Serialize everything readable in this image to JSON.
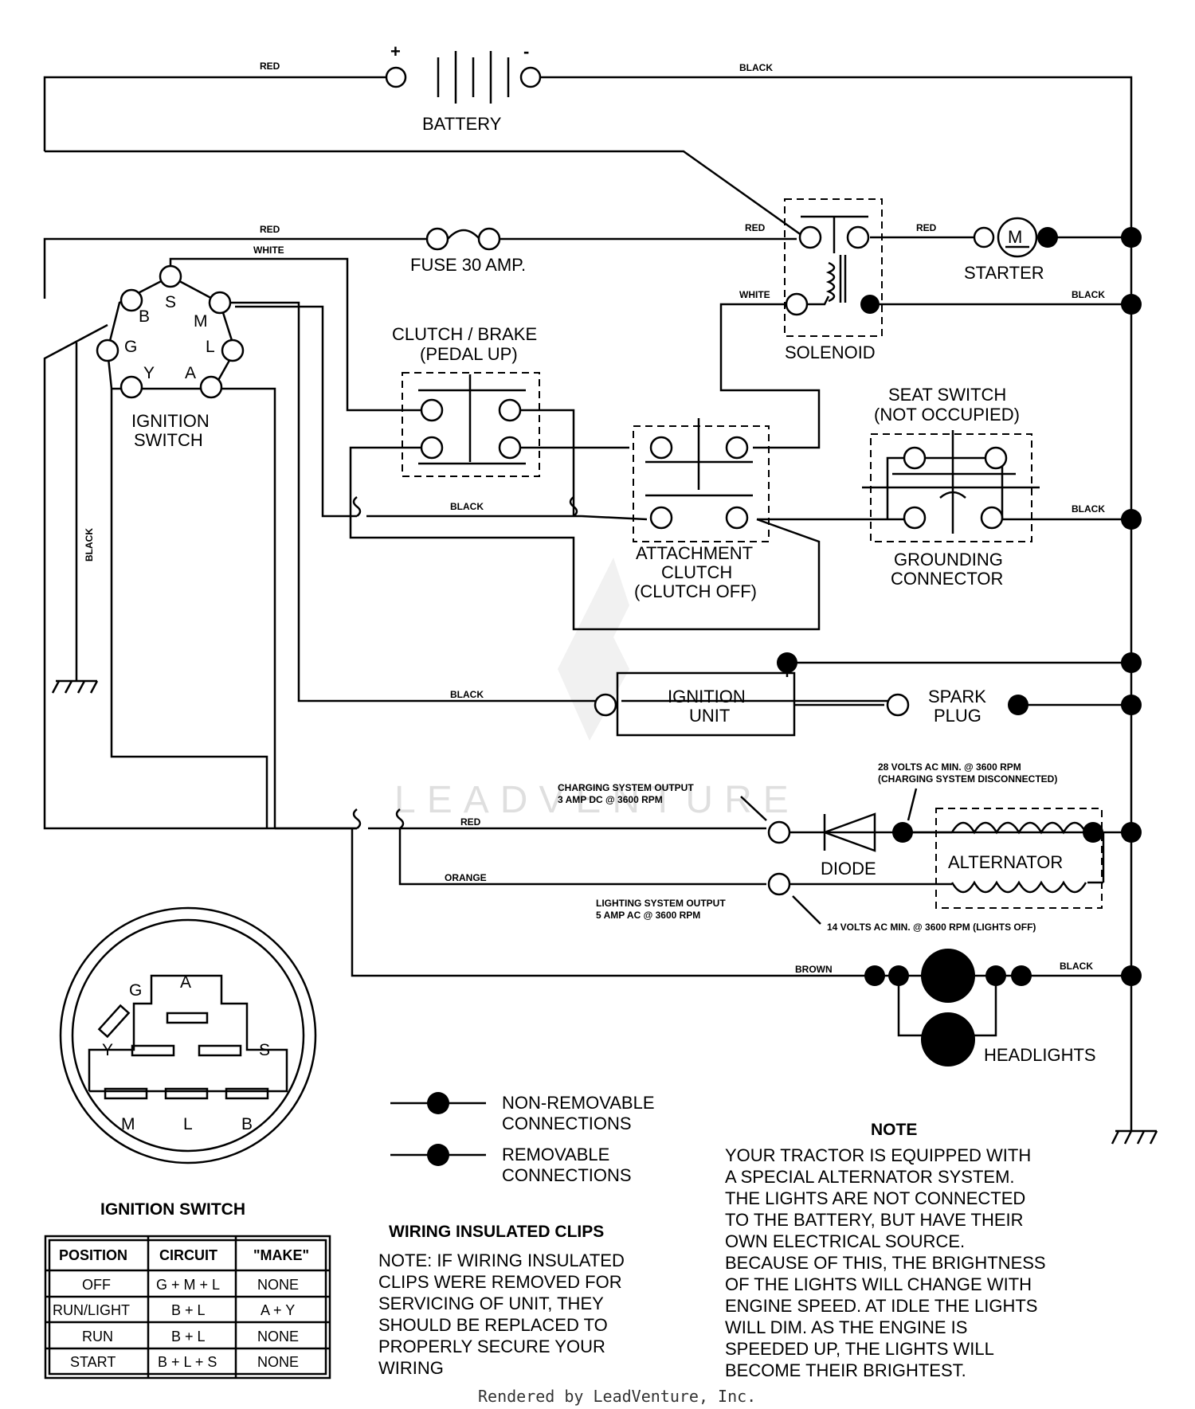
{
  "battery": {
    "plus": "+",
    "minus": "-",
    "label": "BATTERY"
  },
  "fuse": "FUSE 30 AMP.",
  "starter": {
    "label": "STARTER",
    "symbol": "M"
  },
  "solenoid": "SOLENOID",
  "ignition_switch_label": [
    "IGNITION",
    "SWITCH"
  ],
  "pins": {
    "S": "S",
    "B": "B",
    "M": "M",
    "G": "G",
    "L": "L",
    "Y": "Y",
    "A": "A"
  },
  "clutch_brake": [
    "CLUTCH / BRAKE",
    "(PEDAL UP)"
  ],
  "seat_switch": [
    "SEAT SWITCH",
    "(NOT OCCUPIED)"
  ],
  "attachment_clutch": [
    "ATTACHMENT",
    "CLUTCH",
    "(CLUTCH OFF)"
  ],
  "grounding_connector": [
    "GROUNDING",
    "CONNECTOR"
  ],
  "ignition_unit": [
    "IGNITION",
    "UNIT"
  ],
  "spark_plug": [
    "SPARK",
    "PLUG"
  ],
  "diode": "DIODE",
  "alternator": "ALTERNATOR",
  "headlights": "HEADLIGHTS",
  "wires": {
    "red": "RED",
    "black": "BLACK",
    "white": "WHITE",
    "orange": "ORANGE",
    "brown": "BROWN"
  },
  "charging_output": [
    "CHARGING SYSTEM OUTPUT",
    "3 AMP DC @ 3600 RPM"
  ],
  "charging_volts": [
    "28 VOLTS AC MIN. @ 3600 RPM",
    "(CHARGING SYSTEM DISCONNECTED)"
  ],
  "lighting_output": [
    "LIGHTING SYSTEM OUTPUT",
    "5 AMP AC @ 3600 RPM"
  ],
  "lighting_volts": "14 VOLTS AC MIN. @ 3600 RPM (LIGHTS OFF)",
  "legend": {
    "non_removable": [
      "NON-REMOVABLE",
      "CONNECTIONS"
    ],
    "removable": [
      "REMOVABLE",
      "CONNECTIONS"
    ]
  },
  "switch_face": {
    "A": "A",
    "G": "G",
    "Y": "Y",
    "S": "S",
    "M": "M",
    "L": "L",
    "B": "B"
  },
  "table": {
    "title": "IGNITION SWITCH",
    "headers": [
      "POSITION",
      "CIRCUIT",
      "\"MAKE\""
    ],
    "rows": [
      [
        "OFF",
        "G + M + L",
        "NONE"
      ],
      [
        "RUN/LIGHT",
        "B + L",
        "A + Y"
      ],
      [
        "RUN",
        "B + L",
        "NONE"
      ],
      [
        "START",
        "B + L + S",
        "NONE"
      ]
    ]
  },
  "clips": {
    "title": "WIRING INSULATED CLIPS",
    "lines": [
      "NOTE: IF WIRING INSULATED",
      "CLIPS WERE REMOVED FOR",
      "SERVICING OF UNIT, THEY",
      "SHOULD BE REPLACED TO",
      "PROPERLY SECURE YOUR",
      "WIRING"
    ]
  },
  "note": {
    "title": "NOTE",
    "lines": [
      "YOUR TRACTOR IS EQUIPPED WITH",
      "A SPECIAL ALTERNATOR SYSTEM.",
      "THE LIGHTS ARE NOT CONNECTED",
      "TO  THE BATTERY, BUT HAVE THEIR",
      "OWN ELECTRICAL SOURCE.",
      "BECAUSE OF THIS, THE BRIGHTNESS",
      "OF THE LIGHTS WILL CHANGE WITH",
      "ENGINE SPEED.  AT IDLE THE LIGHTS",
      "WILL DIM.  AS THE ENGINE IS",
      "SPEEDED UP, THE LIGHTS WILL",
      "BECOME THEIR BRIGHTEST."
    ]
  },
  "credit": "Rendered by LeadVenture, Inc.",
  "watermark": "LEADVENTURE"
}
